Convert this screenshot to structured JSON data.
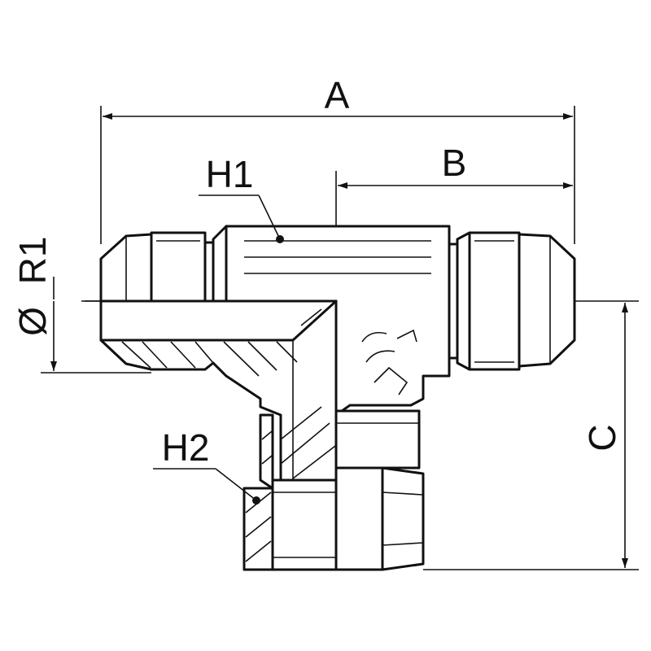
{
  "labels": {
    "dim_a": "A",
    "dim_b": "B",
    "dim_c": "C",
    "dim_r1": "R1",
    "diameter_symbol": "Ø",
    "port_h1": "H1",
    "port_h2": "H2"
  },
  "colors": {
    "line": "#111111",
    "background": "#ffffff"
  }
}
